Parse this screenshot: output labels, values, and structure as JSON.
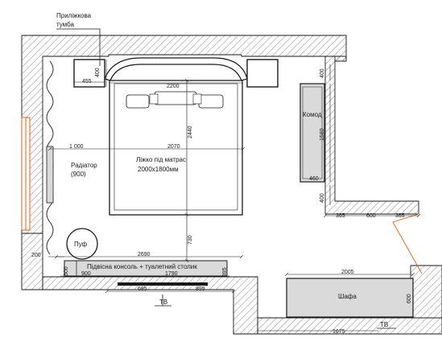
{
  "labels": {
    "nightstand": [
      "Приліжкова",
      "тумба"
    ],
    "bed": [
      "Ліжко під матрас",
      "2000x1800мм"
    ],
    "radiator": [
      "Радіатор",
      "(900)"
    ],
    "dresser": "Комод",
    "pouf": "Пуф",
    "console": "Підвісна консоль + туалетний столик",
    "wardrobe": "Шафа",
    "tv1": "ТВ",
    "tv2": "ТВ"
  },
  "dimensions": {
    "nightstand_w": "455",
    "nightstand_d": "400",
    "headboard_w": "2200",
    "bed_len": "2440",
    "left_gap": "1 000",
    "bed_w": "2070",
    "dresser_d": "400",
    "dresser_len": "1580",
    "dresser_w": "460",
    "dresser_low_d": "400",
    "door_365a": "365",
    "door_600": "600",
    "door_365b": "365",
    "console_gap": "730",
    "console_total": "2690",
    "wall_200": "200",
    "console_d300": "300",
    "console_900": "900",
    "console_1790": "1790",
    "console_d395": "395",
    "tv_695": "695",
    "tv_895": "895",
    "wardrobe_w": "2005",
    "wardrobe_d": "600",
    "wardrobe_1675": "1675"
  },
  "colors": {
    "wall_hatch": "#555555",
    "furniture_fill": "#dadada",
    "window": "#e8620a",
    "ink": "#1a1a1a"
  }
}
